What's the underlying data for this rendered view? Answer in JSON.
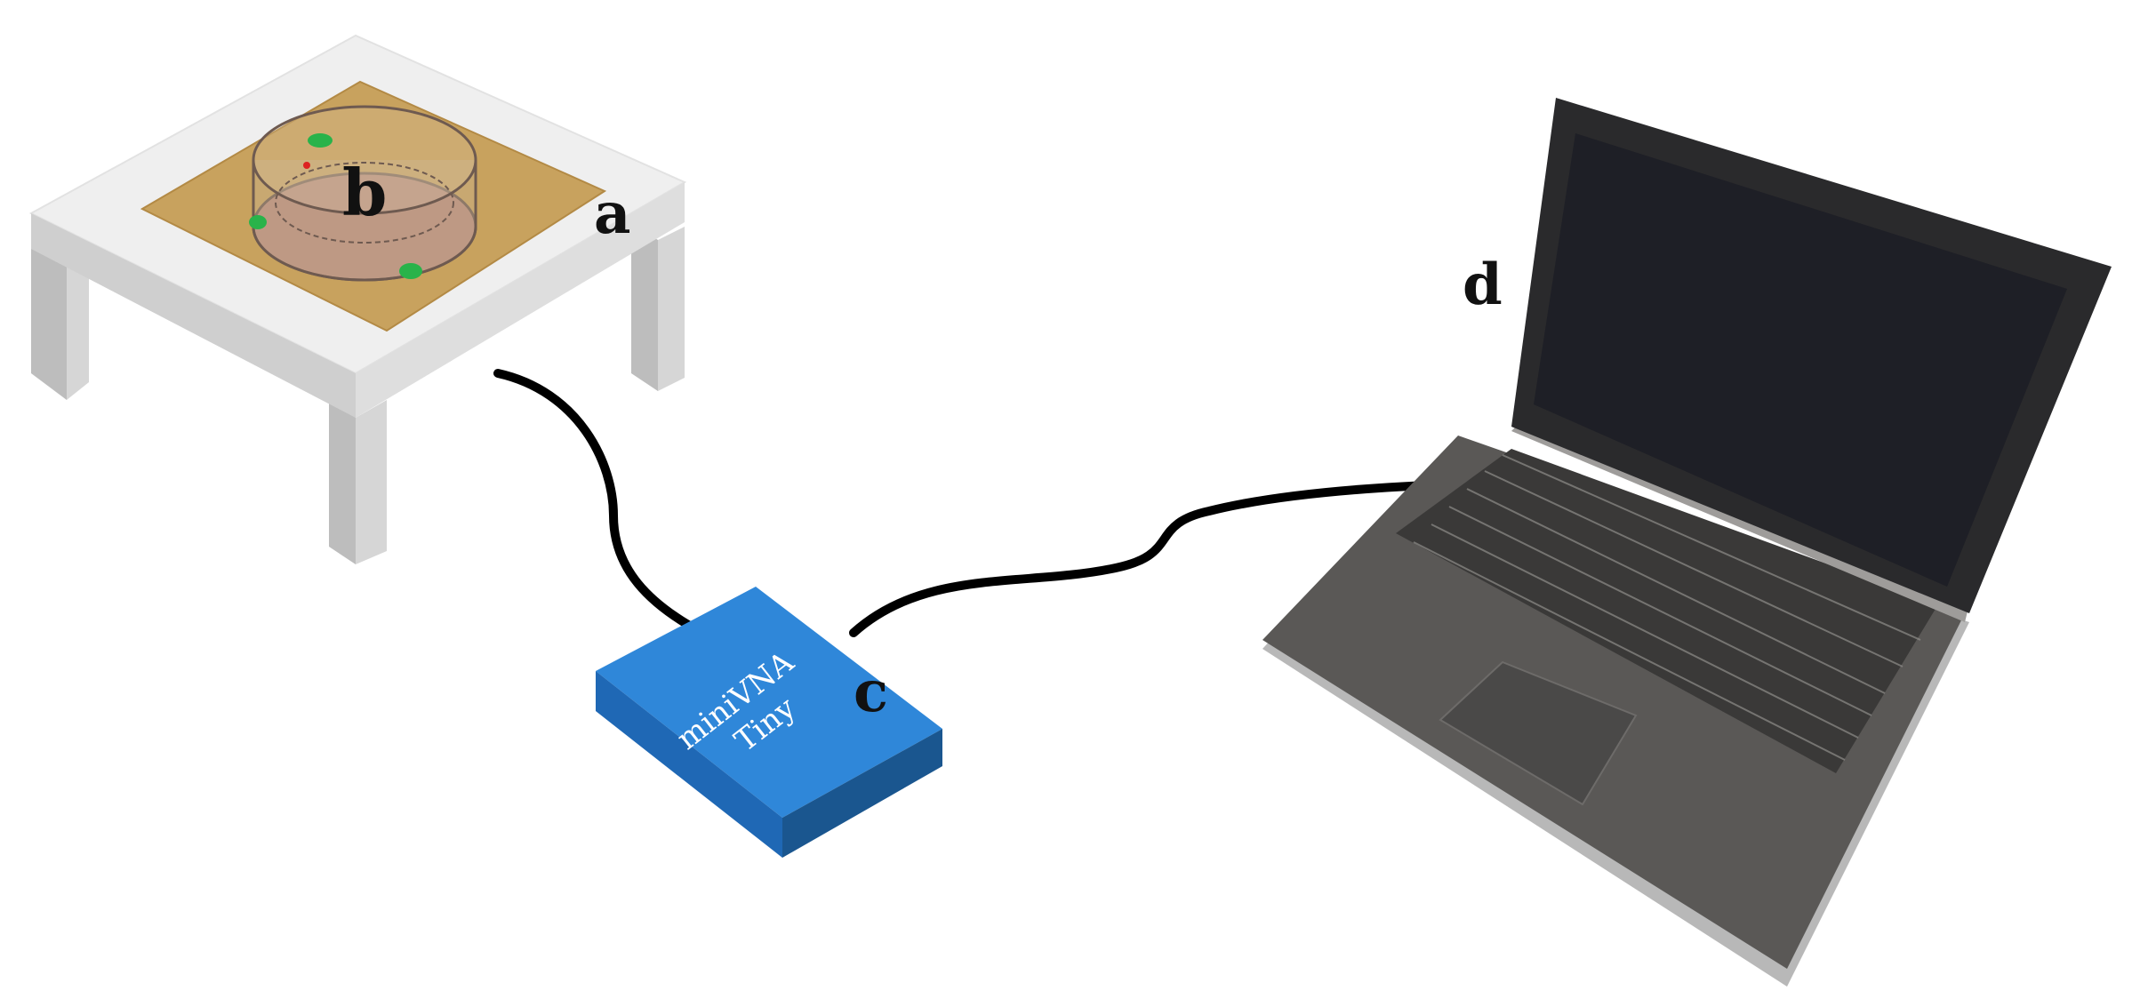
{
  "labels": {
    "table": "a",
    "sample": "b",
    "analyzer": "c",
    "laptop": "d"
  },
  "analyzer_device": {
    "line1": "miniVNA",
    "line2": "Tiny"
  },
  "colors": {
    "table_top": "#efefef",
    "table_side": "#cfcfcf",
    "table_front": "#bdbdbd",
    "substrate": "#c8a25e",
    "resonator_disk": "#b98a7c",
    "resonator_marker": "#29b34a",
    "analyzer_top": "#2f87d9",
    "analyzer_side": "#1f5fa5",
    "cable": "#000000",
    "laptop_body": "#5a5856",
    "laptop_screen": "#1e1f26",
    "laptop_bezel": "#2a2a2c",
    "laptop_edge": "#b8b8b8"
  }
}
